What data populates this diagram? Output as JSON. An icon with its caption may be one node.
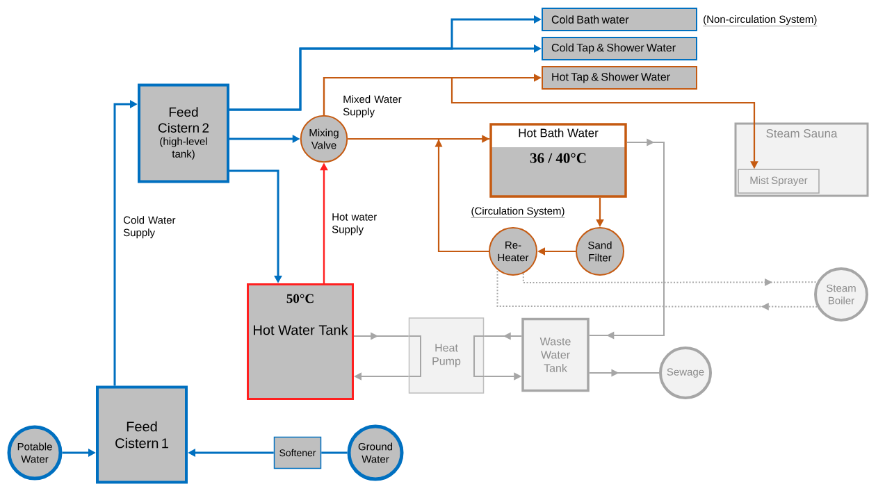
{
  "diagram": {
    "nodes": [
      {
        "text": [
          "Cold Bath water"
        ]
      },
      {
        "text": [
          "Cold Tap & Shower Water"
        ]
      },
      {
        "text": [
          "Hot Tap & Shower Water"
        ]
      },
      {
        "text": [
          "Feed Cistern 2",
          "(high-level tank)"
        ]
      },
      {
        "text": [
          "Mixing Valve"
        ]
      },
      {
        "text": [
          "Hot Bath Water",
          "36 / 40°C"
        ]
      },
      {
        "text": [
          "Steam Sauna"
        ]
      },
      {
        "text": [
          "Mist Sprayer"
        ],
        "in": 6
      },
      {
        "text": [
          "Re- Heater"
        ]
      },
      {
        "text": [
          "Sand Filter"
        ]
      },
      {
        "text": [
          "Steam Boiler"
        ]
      },
      {
        "text": [
          "50°C",
          "Hot Water Tank"
        ]
      },
      {
        "text": [
          "Heat Pump"
        ]
      },
      {
        "text": [
          "Waste Water Tank"
        ]
      },
      {
        "text": [
          "Sewage"
        ]
      },
      {
        "text": [
          "Feed Cistern 1"
        ]
      },
      {
        "text": [
          "Potable Water"
        ]
      },
      {
        "text": [
          "Softener"
        ]
      },
      {
        "text": [
          "Ground Water"
        ]
      }
    ],
    "edges": [
      {
        "from": 3,
        "to": 0,
        "arrow": "to"
      },
      {
        "from": 3,
        "to": 1,
        "arrow": "to"
      },
      {
        "from": 3,
        "to": 4,
        "arrow": "to"
      },
      {
        "from": 3,
        "to": 11,
        "arrow": "to"
      },
      {
        "from": 11,
        "to": 4,
        "arrow": "to",
        "label": "Hot water Supply",
        "color": "#ff2020"
      },
      {
        "from": 4,
        "to": 2,
        "arrow": "to",
        "color": "#c55a11"
      },
      {
        "from": 4,
        "to": 7,
        "arrow": "to",
        "color": "#c55a11"
      },
      {
        "from": 4,
        "to": 5,
        "arrow": "to",
        "label": "Mixed Water Supply",
        "color": "#c55a11"
      },
      {
        "from": 5,
        "to": 9,
        "arrow": "to",
        "color": "#c55a11"
      },
      {
        "from": 9,
        "to": 8,
        "arrow": "to",
        "color": "#c55a11"
      },
      {
        "from": 8,
        "to": 5,
        "arrow": "to",
        "color": "#c55a11"
      },
      {
        "from": 8,
        "to": 10,
        "arrow": "to",
        "style": "dashed",
        "color": "#a6a6a6"
      },
      {
        "from": 10,
        "to": 8,
        "arrow": "to",
        "style": "dashed",
        "color": "#a6a6a6"
      },
      {
        "from": 11,
        "to": 12,
        "arrow": "to",
        "color": "#a6a6a6"
      },
      {
        "from": 12,
        "to": 11,
        "arrow": "to",
        "color": "#a6a6a6"
      },
      {
        "from": 13,
        "to": 12,
        "arrow": "to",
        "color": "#a6a6a6"
      },
      {
        "from": 12,
        "to": 13,
        "arrow": "to",
        "color": "#a6a6a6"
      },
      {
        "from": 5,
        "to": 13,
        "arrow": "to",
        "color": "#a6a6a6"
      },
      {
        "from": 13,
        "to": 14,
        "arrow": "to",
        "color": "#a6a6a6"
      },
      {
        "from": 15,
        "to": 3,
        "arrow": "to",
        "label": "Cold Water Supply"
      },
      {
        "from": 16,
        "to": 15,
        "arrow": "to"
      },
      {
        "from": 18,
        "to": 17,
        "arrow": "none"
      },
      {
        "from": 17,
        "to": 15,
        "arrow": "to"
      }
    ],
    "labels": [
      "(Non-circulation System)",
      "(Circulation System)"
    ]
  }
}
